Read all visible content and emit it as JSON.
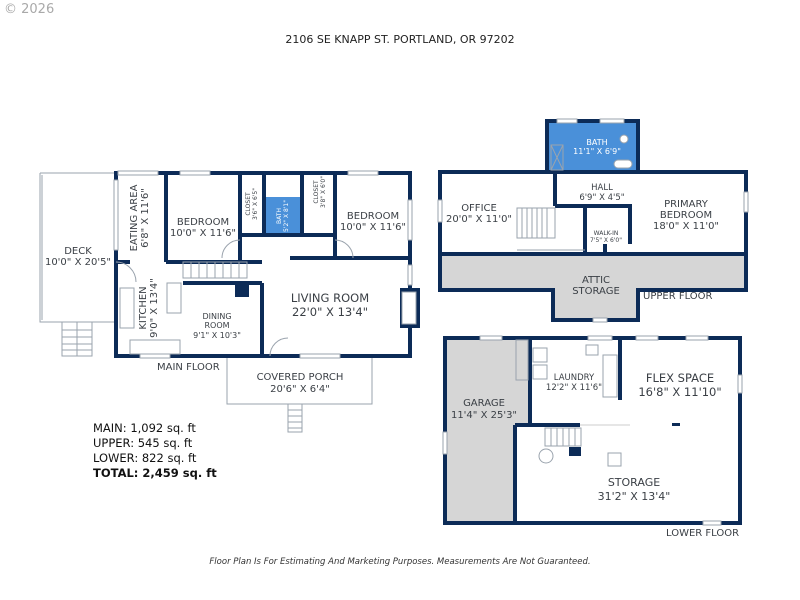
{
  "copyright": "© 2026",
  "address": "2106 SE KNAPP ST. PORTLAND, OR 97202",
  "colors": {
    "wall": "#0c2b57",
    "bath": "#4a90d9",
    "unfinished": "#d6d6d6"
  },
  "main_floor": {
    "label": "MAIN FLOOR",
    "rooms": {
      "deck": {
        "name": "DECK",
        "dims": "10'0\" X 20'5\""
      },
      "eating": {
        "name": "EATING AREA",
        "dims": "6'8\" X 11'6\""
      },
      "bedroom1": {
        "name": "BEDROOM",
        "dims": "10'0\" X 11'6\""
      },
      "closet1": {
        "name": "CLOSET",
        "dims": "3'6\" X 6'5\""
      },
      "bath": {
        "name": "BATH",
        "dims": "5'2\" X 8'1\""
      },
      "closet2": {
        "name": "CLOSET",
        "dims": "3'8\" X 6'0\""
      },
      "bedroom2": {
        "name": "BEDROOM",
        "dims": "10'0\" X 11'6\""
      },
      "kitchen": {
        "name": "KITCHEN",
        "dims": "9'0\" X 13'4\""
      },
      "dining_line1": "DINING",
      "dining_line2": "ROOM",
      "dining_dims": "9'1\" X 10'3\"",
      "living": {
        "name": "LIVING ROOM",
        "dims": "22'0\" X 13'4\""
      },
      "porch": {
        "name": "COVERED PORCH",
        "dims": "20'6\" X 6'4\""
      }
    }
  },
  "upper_floor": {
    "label": "UPPER FLOOR",
    "rooms": {
      "bath": {
        "name": "BATH",
        "dims": "11'1\" X 6'9\""
      },
      "office": {
        "name": "OFFICE",
        "dims": "20'0\" X 11'0\""
      },
      "hall": {
        "name": "HALL",
        "dims": "6'9\" X 4'5\""
      },
      "walkin": {
        "name": "WALK-IN",
        "dims": "7'5\" X 6'0\""
      },
      "primary_line1": "PRIMARY",
      "primary_line2": "BEDROOM",
      "primary_dims": "18'0\" X 11'0\"",
      "attic_line1": "ATTIC",
      "attic_line2": "STORAGE"
    }
  },
  "lower_floor": {
    "label": "LOWER FLOOR",
    "rooms": {
      "garage": {
        "name": "GARAGE",
        "dims": "11'4\" X 25'3\""
      },
      "laundry": {
        "name": "LAUNDRY",
        "dims": "12'2\" X 11'6\""
      },
      "flex": {
        "name": "FLEX SPACE",
        "dims": "16'8\" X 11'10\""
      },
      "storage": {
        "name": "STORAGE",
        "dims": "31'2\" X 13'4\""
      }
    }
  },
  "totals": {
    "main": "MAIN: 1,092 sq. ft",
    "upper": "UPPER: 545 sq. ft",
    "lower": "LOWER: 822 sq. ft",
    "total": "TOTAL: 2,459 sq. ft"
  },
  "disclaimer": "Floor Plan Is For Estimating And Marketing Purposes. Measurements Are Not Guaranteed."
}
